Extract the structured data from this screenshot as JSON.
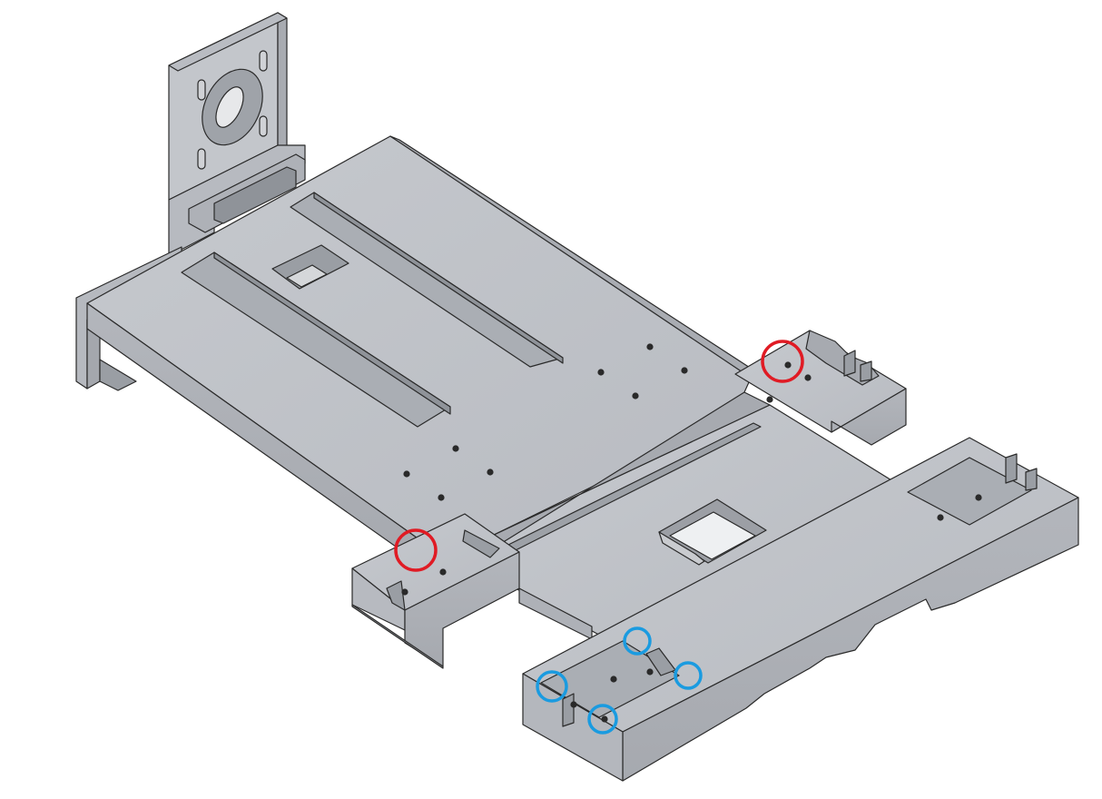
{
  "scene": {
    "subject": "isometric-cad-render",
    "colors": {
      "background": "#ffffff",
      "top_face": "#bfc2c8",
      "side_face_light": "#b4b7bd",
      "side_face_dark": "#9ea2a8",
      "edge": "#2a2a2a",
      "slot_dark": "#8e9298",
      "hole": "#2a2a2a",
      "red_marker": "#e01b24",
      "blue_marker": "#1a9be0"
    },
    "markers": {
      "red_count": 2,
      "blue_count": 4
    }
  }
}
